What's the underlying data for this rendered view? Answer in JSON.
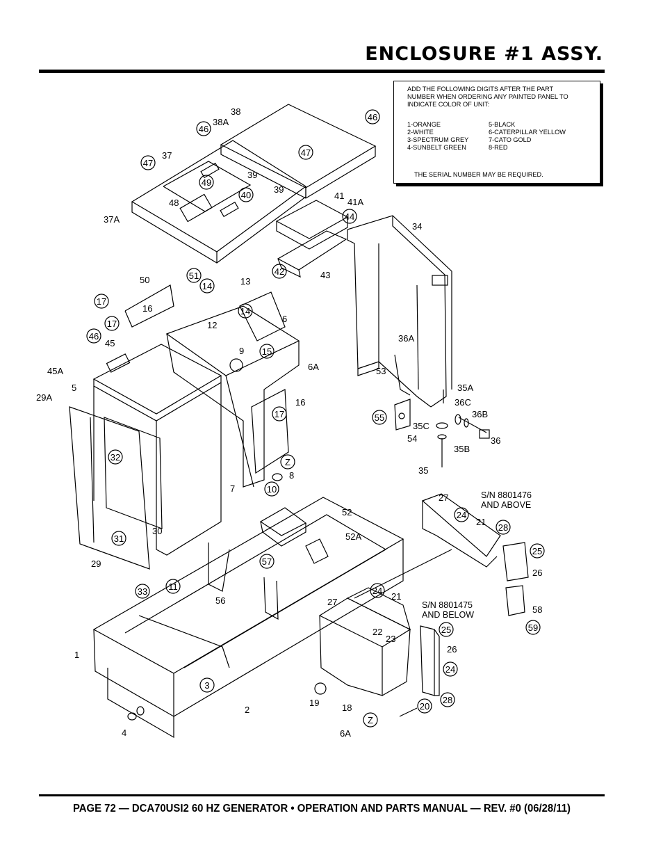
{
  "page_title": "ENCLOSURE #1 ASSY.",
  "note": {
    "intro": [
      "ADD THE FOLLOWING DIGITS AFTER THE PART",
      "NUMBER WHEN ORDERING ANY PAINTED PANEL TO",
      "INDICATE COLOR OF UNIT:"
    ],
    "colors_left": [
      "1-ORANGE",
      "2-WHITE",
      "3-SPECTRUM GREY",
      "4-SUNBELT GREEN"
    ],
    "colors_right": [
      "5-BLACK",
      "6-CATERPILLAR YELLOW",
      "7-CATO GOLD",
      "8-RED"
    ],
    "serial_note": "THE SERIAL NUMBER MAY BE REQUIRED."
  },
  "serial_ranges": {
    "upper": [
      "S/N 8801476",
      "AND ABOVE"
    ],
    "lower": [
      "S/N 8801475",
      "AND BELOW"
    ]
  },
  "footer": "PAGE 72 — DCA70USI2 60 HZ GENERATOR • OPERATION AND PARTS MANUAL — REV. #0 (06/28/11)",
  "callouts": {
    "circled": [
      "46",
      "46",
      "47",
      "47",
      "49",
      "40",
      "44",
      "42",
      "51",
      "14",
      "17",
      "17",
      "46",
      "14",
      "15",
      "17",
      "32",
      "31",
      "Z",
      "10",
      "55",
      "33",
      "11",
      "57",
      "24",
      "24",
      "28",
      "25",
      "59",
      "25",
      "24",
      "28",
      "3",
      "Z",
      "20"
    ],
    "plain": [
      "38A",
      "38",
      "37",
      "39",
      "39",
      "48",
      "37A",
      "41",
      "41A",
      "34",
      "43",
      "50",
      "13",
      "16",
      "12",
      "6",
      "45",
      "45A",
      "9",
      "6A",
      "5",
      "29A",
      "16",
      "36A",
      "53",
      "35A",
      "36C",
      "36B",
      "36",
      "35C",
      "35B",
      "54",
      "35",
      "8",
      "7",
      "30",
      "29",
      "52",
      "52A",
      "27",
      "21",
      "26",
      "58",
      "56",
      "27",
      "21",
      "22",
      "23",
      "26",
      "1",
      "2",
      "4",
      "19",
      "18",
      "6A"
    ]
  }
}
